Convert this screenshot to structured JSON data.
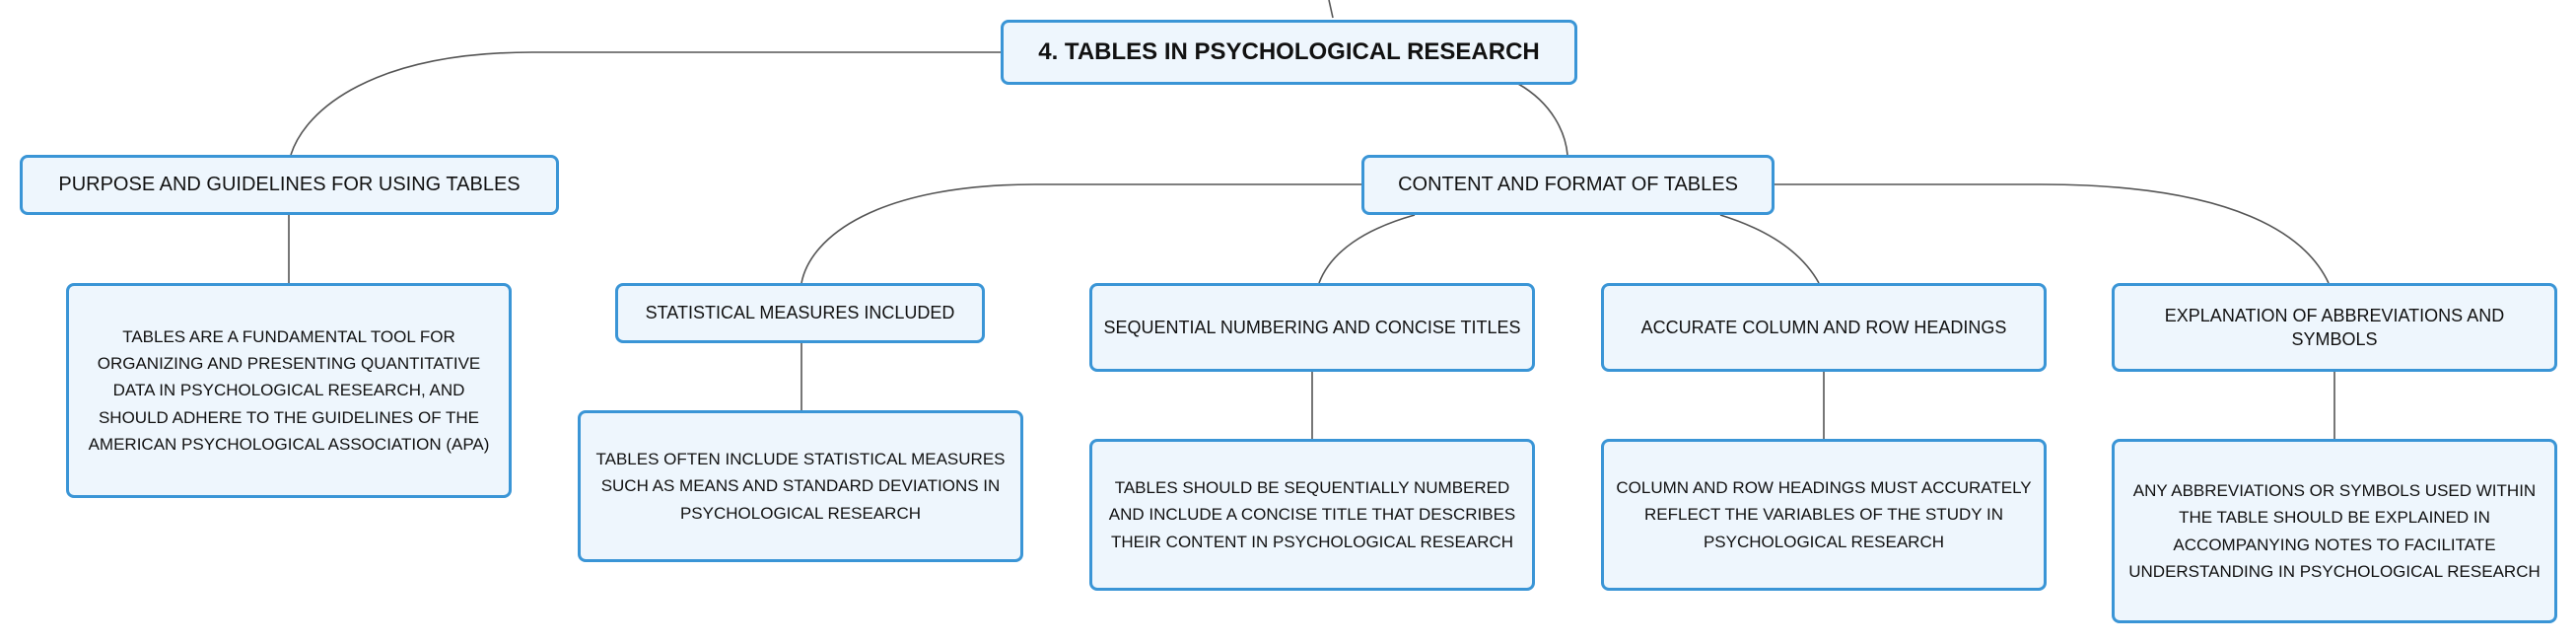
{
  "root": {
    "label": "4. TABLES IN PSYCHOLOGICAL RESEARCH"
  },
  "purpose": {
    "label": "PURPOSE AND GUIDELINES FOR USING TABLES",
    "detail": "TABLES ARE A FUNDAMENTAL TOOL FOR ORGANIZING AND PRESENTING QUANTITATIVE DATA IN PSYCHOLOGICAL RESEARCH, AND SHOULD ADHERE TO THE GUIDELINES OF THE AMERICAN PSYCHOLOGICAL ASSOCIATION (APA)"
  },
  "content": {
    "label": "CONTENT AND FORMAT OF TABLES",
    "children": [
      {
        "label": "STATISTICAL MEASURES INCLUDED",
        "detail": "TABLES OFTEN INCLUDE STATISTICAL MEASURES SUCH AS MEANS AND STANDARD DEVIATIONS IN PSYCHOLOGICAL RESEARCH"
      },
      {
        "label": "SEQUENTIAL NUMBERING AND CONCISE TITLES",
        "detail": "TABLES SHOULD BE SEQUENTIALLY NUMBERED AND INCLUDE A CONCISE TITLE THAT DESCRIBES THEIR CONTENT IN PSYCHOLOGICAL RESEARCH"
      },
      {
        "label": "ACCURATE COLUMN AND ROW HEADINGS",
        "detail": "COLUMN AND ROW HEADINGS MUST ACCURATELY REFLECT THE VARIABLES OF THE STUDY IN PSYCHOLOGICAL RESEARCH"
      },
      {
        "label": "EXPLANATION OF ABBREVIATIONS AND SYMBOLS",
        "detail": "ANY ABBREVIATIONS OR SYMBOLS USED WITHIN THE TABLE SHOULD BE EXPLAINED IN ACCOMPANYING NOTES TO FACILITATE UNDERSTANDING IN PSYCHOLOGICAL RESEARCH"
      }
    ]
  }
}
